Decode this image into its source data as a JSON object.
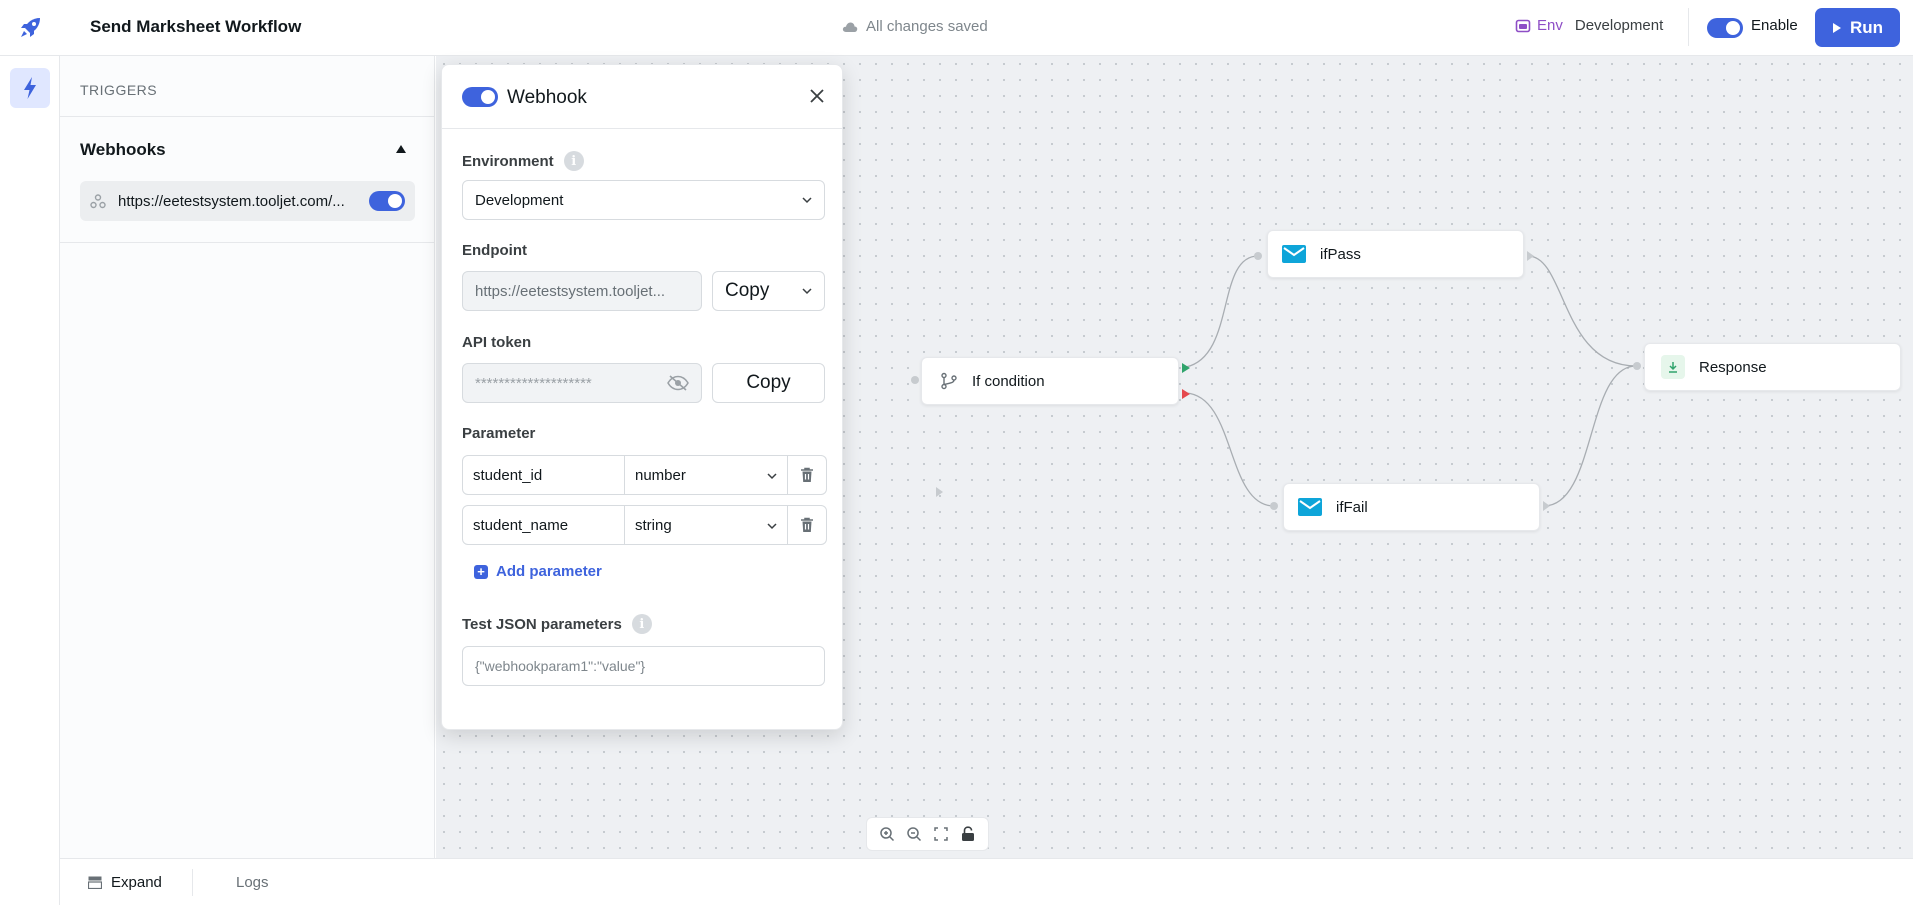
{
  "header": {
    "workflow_title": "Send Marksheet Workflow",
    "save_status": "All changes saved",
    "env_label": "Env",
    "env_value": "Development",
    "enable_label": "Enable",
    "run_label": "Run",
    "enabled": true
  },
  "triggers": {
    "heading": "TRIGGERS",
    "webhooks_title": "Webhooks",
    "webhook_url": "https://eetestsystem.tooljet.com/...",
    "webhook_enabled": true
  },
  "modal": {
    "title": "Webhook",
    "enabled": true,
    "environment_label": "Environment",
    "environment_value": "Development",
    "endpoint_label": "Endpoint",
    "endpoint_value": "https://eetestsystem.tooljet...",
    "endpoint_copy": "Copy",
    "api_token_label": "API token",
    "api_token_value": "********************",
    "api_token_copy": "Copy",
    "parameter_label": "Parameter",
    "parameters": [
      {
        "name": "student_id",
        "type": "number"
      },
      {
        "name": "student_name",
        "type": "string"
      }
    ],
    "add_parameter": "Add parameter",
    "test_json_label": "Test JSON parameters",
    "test_json_placeholder": "{\"webhookparam1\":\"value\"}"
  },
  "canvas": {
    "nodes": {
      "if_condition": "If condition",
      "if_pass": "ifPass",
      "if_fail": "ifFail",
      "response": "Response"
    },
    "colors": {
      "success_handle": "#30a46c",
      "fail_handle": "#e5484d",
      "mail_icon": "#0ea5d9"
    }
  },
  "footer": {
    "expand_label": "Expand",
    "logs_label": "Logs"
  }
}
